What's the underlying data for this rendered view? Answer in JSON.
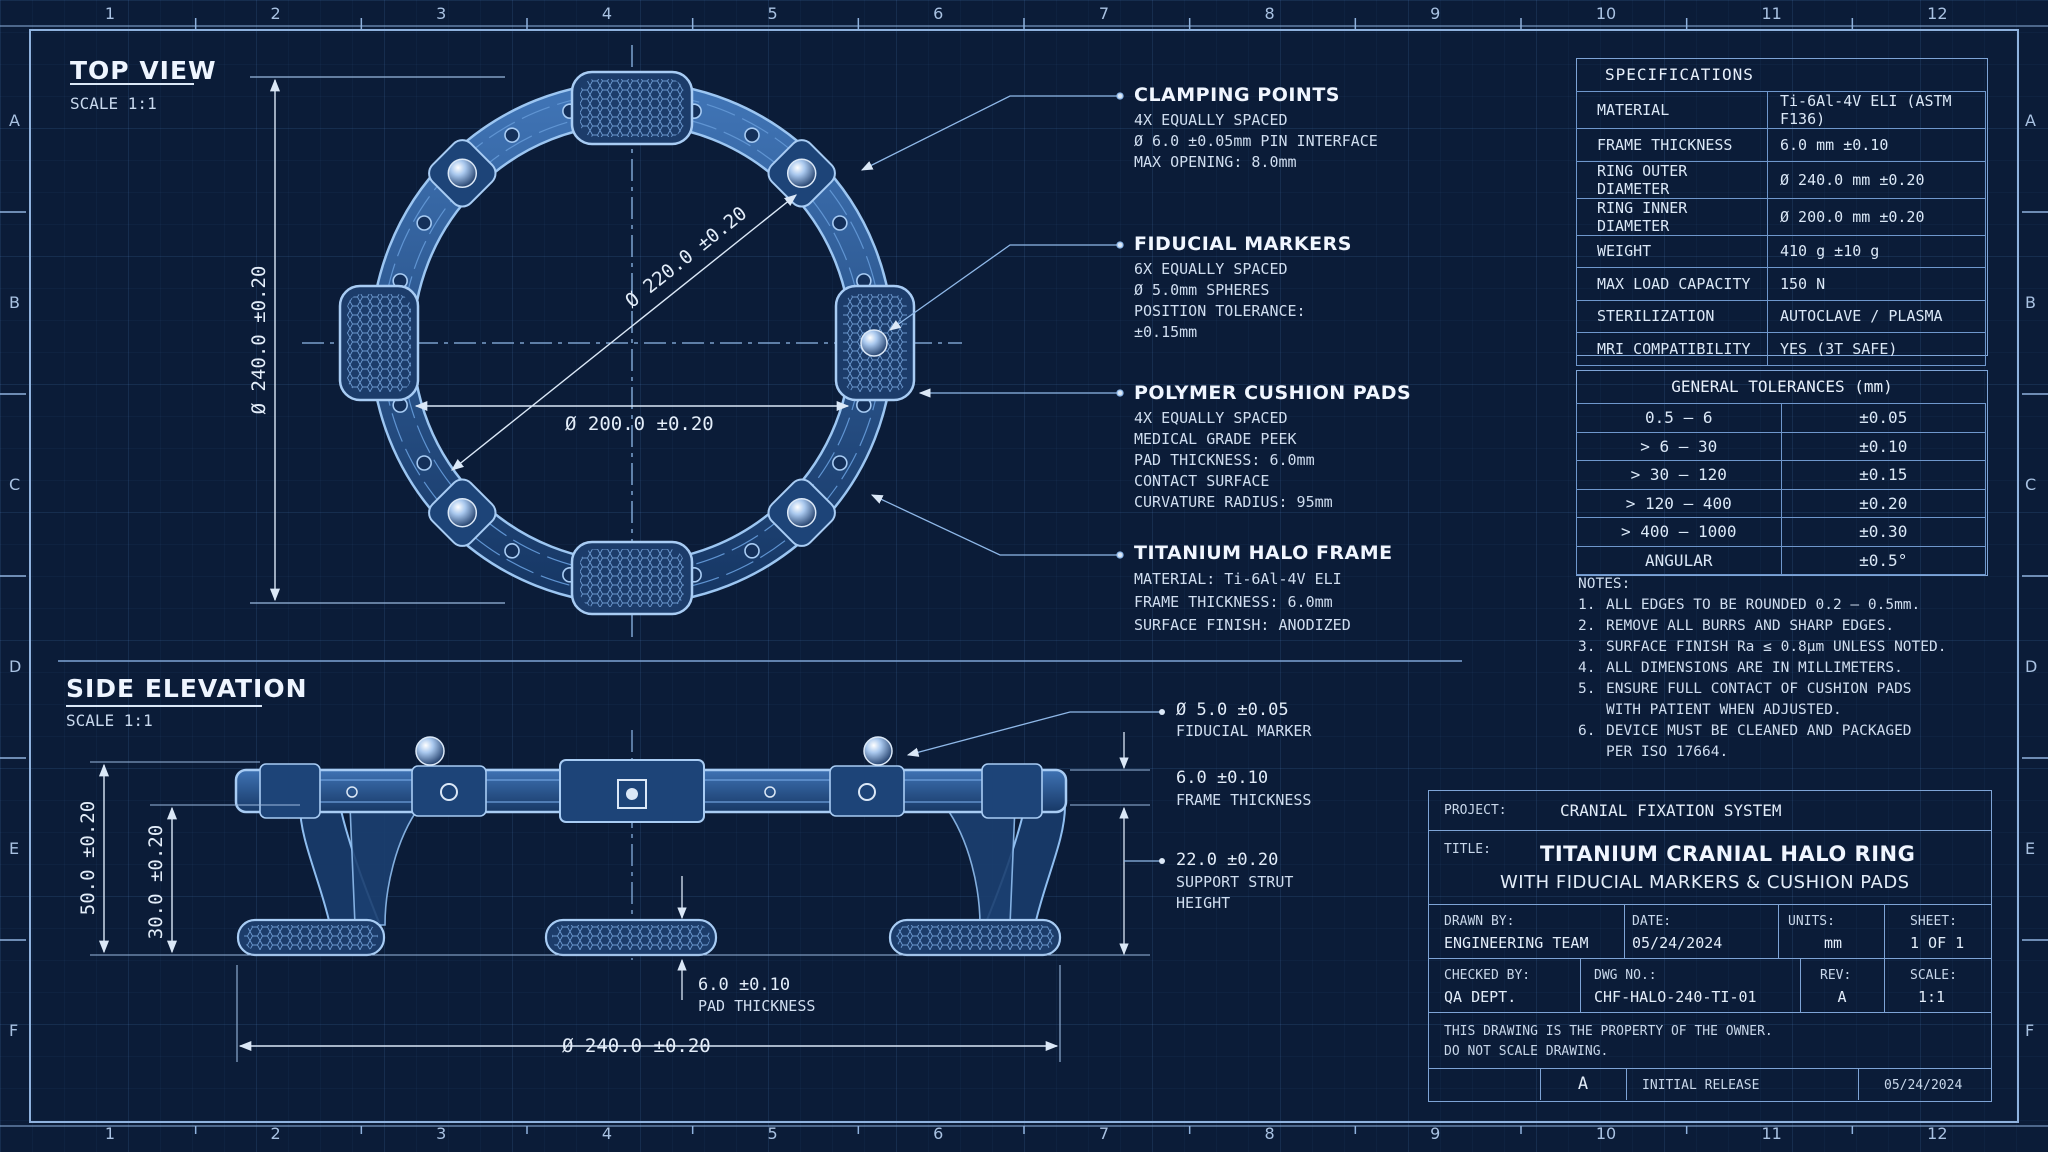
{
  "grid": {
    "columns": [
      "1",
      "2",
      "3",
      "4",
      "5",
      "6",
      "7",
      "8",
      "9",
      "10",
      "11",
      "12"
    ],
    "rows": [
      "A",
      "B",
      "C",
      "D",
      "E",
      "F"
    ]
  },
  "top_view": {
    "title": "TOP VIEW",
    "scale": "SCALE 1:1",
    "dim_outer": "Ø 240.0 ±0.20",
    "dim_diag": "Ø 220.0 ±0.20",
    "dim_inner": "Ø 200.0 ±0.20"
  },
  "callouts": [
    {
      "title": "CLAMPING POINTS",
      "lines": [
        "4X EQUALLY SPACED",
        "Ø 6.0 ±0.05mm PIN INTERFACE",
        "MAX OPENING: 8.0mm"
      ]
    },
    {
      "title": "FIDUCIAL MARKERS",
      "lines": [
        "6X EQUALLY SPACED",
        "Ø 5.0mm SPHERES",
        "POSITION TOLERANCE:",
        "±0.15mm"
      ]
    },
    {
      "title": "POLYMER CUSHION PADS",
      "lines": [
        "4X EQUALLY SPACED",
        "MEDICAL GRADE PEEK",
        "PAD THICKNESS: 6.0mm",
        "CONTACT SURFACE",
        "CURVATURE RADIUS: 95mm"
      ]
    },
    {
      "title": "TITANIUM HALO FRAME",
      "lines": [
        "MATERIAL: Ti-6Al-4V ELI",
        "FRAME THICKNESS: 6.0mm",
        "SURFACE FINISH: ANODIZED"
      ]
    }
  ],
  "side_view": {
    "title": "SIDE ELEVATION",
    "scale": "SCALE 1:1",
    "dim_total_h": "50.0 ±0.20",
    "dim_strut_h": "30.0 ±0.20",
    "dim_width": "Ø 240.0 ±0.20",
    "fiducial_dim": "Ø 5.0 ±0.05",
    "fiducial_lbl": "FIDUCIAL MARKER",
    "frame_dim": "6.0 ±0.10",
    "frame_lbl": "FRAME THICKNESS",
    "strut_dim": "22.0 ±0.20",
    "strut_lbl1": "SUPPORT STRUT",
    "strut_lbl2": "HEIGHT",
    "pad_dim": "6.0 ±0.10",
    "pad_lbl": "PAD THICKNESS"
  },
  "specifications": {
    "title": "SPECIFICATIONS",
    "rows": [
      {
        "k": "MATERIAL",
        "v": "Ti-6Al-4V ELI (ASTM F136)"
      },
      {
        "k": "FRAME THICKNESS",
        "v": "6.0 mm ±0.10"
      },
      {
        "k": "RING OUTER DIAMETER",
        "v": "Ø 240.0 mm ±0.20"
      },
      {
        "k": "RING INNER DIAMETER",
        "v": "Ø 200.0 mm ±0.20"
      },
      {
        "k": "WEIGHT",
        "v": "410 g ±10 g"
      },
      {
        "k": "MAX LOAD CAPACITY",
        "v": "150 N"
      },
      {
        "k": "STERILIZATION",
        "v": "AUTOCLAVE / PLASMA"
      },
      {
        "k": "MRI COMPATIBILITY",
        "v": "YES (3T SAFE)"
      }
    ]
  },
  "tolerances": {
    "title": "GENERAL TOLERANCES (mm)",
    "rows": [
      {
        "k": "0.5 – 6",
        "v": "±0.05"
      },
      {
        "k": "> 6 – 30",
        "v": "±0.10"
      },
      {
        "k": "> 30 – 120",
        "v": "±0.15"
      },
      {
        "k": "> 120 – 400",
        "v": "±0.20"
      },
      {
        "k": "> 400 – 1000",
        "v": "±0.30"
      },
      {
        "k": "ANGULAR",
        "v": "±0.5°"
      }
    ]
  },
  "notes": {
    "title": "NOTES:",
    "items": [
      {
        "n": "1.",
        "lines": [
          "ALL EDGES TO BE ROUNDED 0.2 – 0.5mm."
        ]
      },
      {
        "n": "2.",
        "lines": [
          "REMOVE ALL BURRS AND SHARP EDGES."
        ]
      },
      {
        "n": "3.",
        "lines": [
          "SURFACE FINISH Ra ≤ 0.8µm UNLESS NOTED."
        ]
      },
      {
        "n": "4.",
        "lines": [
          "ALL DIMENSIONS ARE IN MILLIMETERS."
        ]
      },
      {
        "n": "5.",
        "lines": [
          "ENSURE FULL CONTACT OF CUSHION PADS",
          "WITH PATIENT WHEN ADJUSTED."
        ]
      },
      {
        "n": "6.",
        "lines": [
          "DEVICE MUST BE CLEANED AND PACKAGED",
          "PER ISO 17664."
        ]
      }
    ]
  },
  "title_block": {
    "project_label": "PROJECT:",
    "project_value": "CRANIAL FIXATION SYSTEM",
    "title_label": "TITLE:",
    "title_line1": "TITANIUM CRANIAL HALO RING",
    "title_line2": "WITH FIDUCIAL MARKERS & CUSHION PADS",
    "drawn_label": "DRAWN BY:",
    "drawn_value": "ENGINEERING TEAM",
    "date_label": "DATE:",
    "date_value": "05/24/2024",
    "units_label": "UNITS:",
    "units_value": "mm",
    "sheet_label": "SHEET:",
    "sheet_value": "1 OF 1",
    "checked_label": "CHECKED BY:",
    "checked_value": "QA DEPT.",
    "dwg_label": "DWG NO.:",
    "dwg_value": "CHF-HALO-240-TI-01",
    "rev_label": "REV:",
    "rev_value": "A",
    "scale_label": "SCALE:",
    "scale_value": "1:1",
    "property_line1": "THIS DRAWING IS THE PROPERTY OF THE OWNER.",
    "property_line2": "DO NOT SCALE DRAWING.",
    "rev_row": {
      "rev": "A",
      "desc": "INITIAL RELEASE",
      "date": "05/24/2024"
    }
  }
}
